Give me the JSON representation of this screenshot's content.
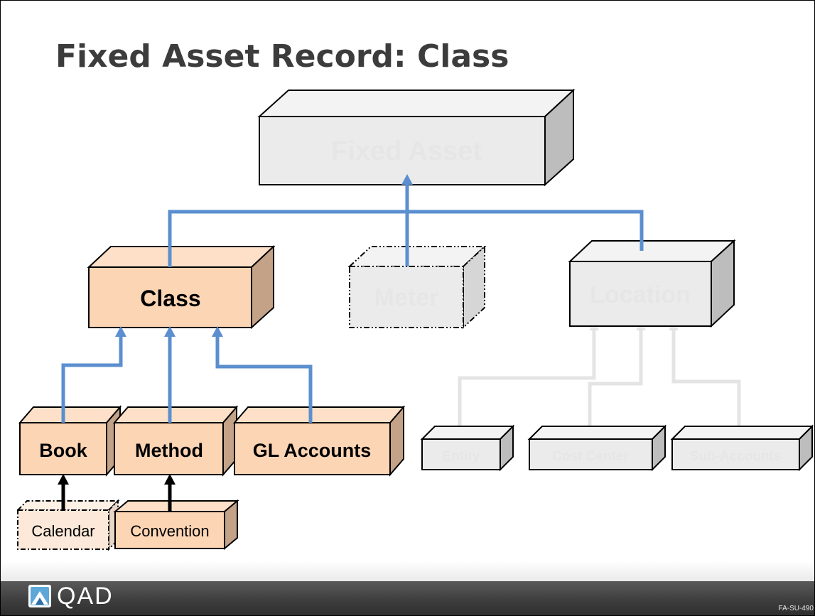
{
  "title": "Fixed Asset Record: Class",
  "boxes": {
    "fixed_asset": "Fixed Asset",
    "class": "Class",
    "meter": "Meter",
    "location": "Location",
    "book": "Book",
    "method": "Method",
    "gl_accounts": "GL Accounts",
    "calendar": "Calendar",
    "convention": "Convention",
    "entity": "Entity",
    "cost_center": "Cost Center",
    "sub_accounts": "Sub-Accounts"
  },
  "colors": {
    "highlight_fill": "#fcd5b5",
    "highlight_side": "#c4a288",
    "dim_fill": "#ebebeb",
    "dim_side": "#bdbdbd",
    "connector_blue": "#5b8fcf",
    "connector_gray": "#e4e4e4",
    "connector_black": "#000000"
  },
  "footer": {
    "logo_text": "QAD",
    "code": "FA-SU-490"
  }
}
